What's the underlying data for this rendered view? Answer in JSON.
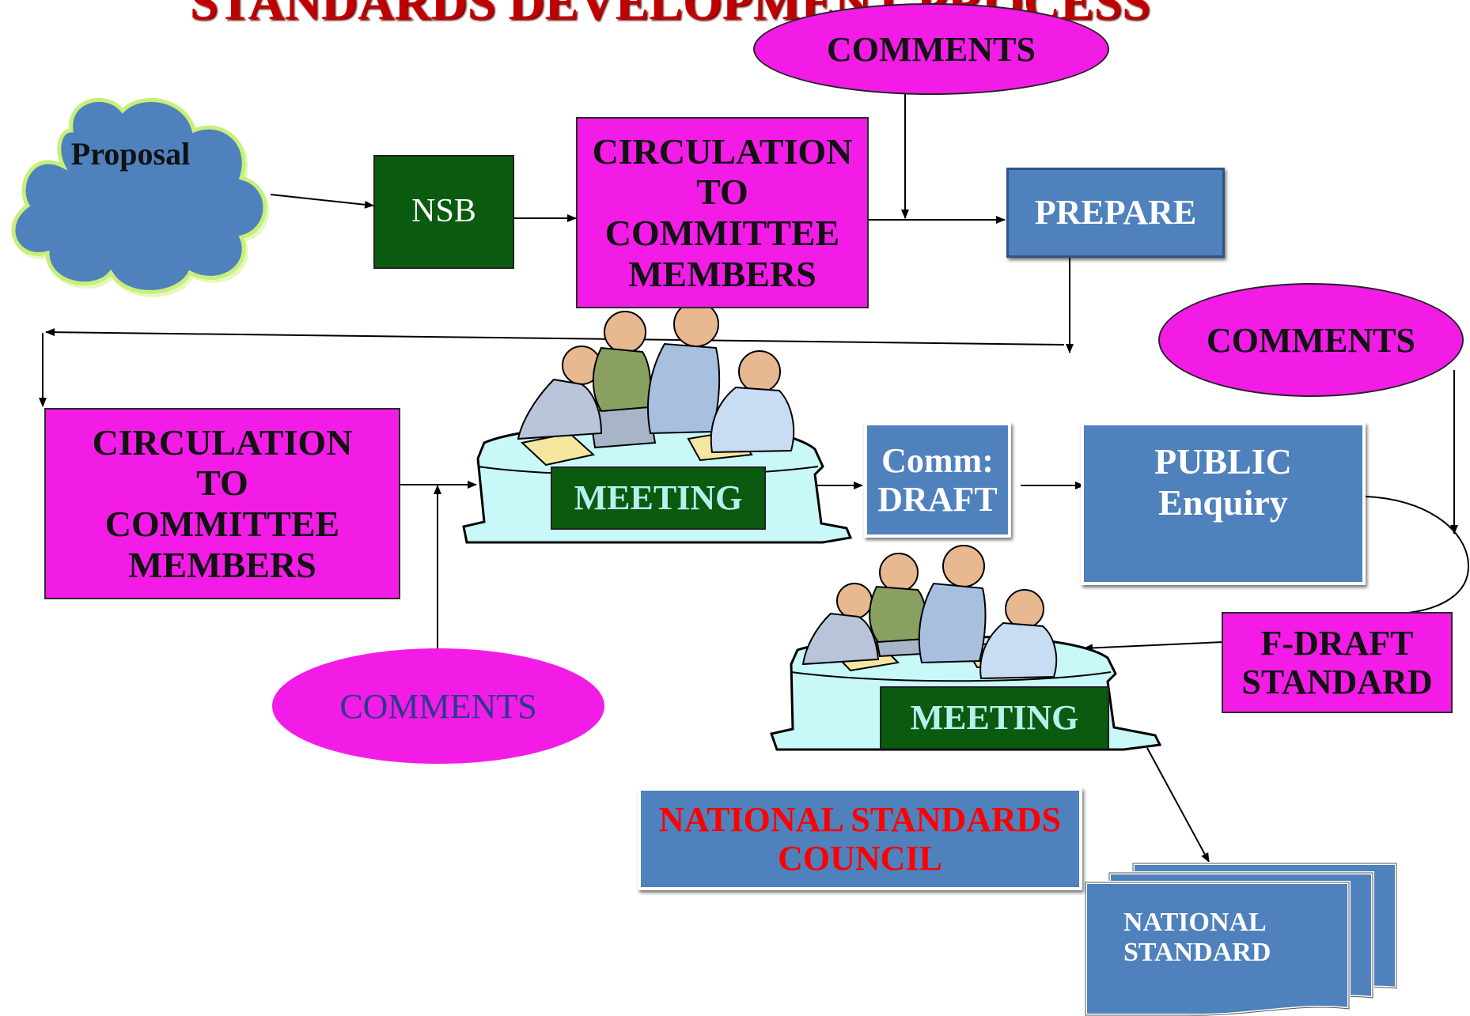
{
  "title": "STANDARDS DEVELOPMENT PROCESS",
  "colors": {
    "magenta": "#f21ce6",
    "steel_blue": "#4f81bd",
    "dark_green": "#0a5a10",
    "cloud_blue": "#4f81bd",
    "cloud_border": "#c8f078",
    "title_red": "#c00000",
    "council_red": "#ff0000",
    "meeting_text": "#b8f0f0"
  },
  "nodes": {
    "proposal": "Proposal",
    "nsb": "NSB",
    "circulation_top": "CIRCULATION\nTO\nCOMMITTEE\nMEMBERS",
    "comments_top": "COMMENTS",
    "prepare": "PREPARE",
    "comments_right": "COMMENTS",
    "circulation_left": "CIRCULATION\nTO\nCOMMITTEE\nMEMBERS",
    "meeting_1": "MEETING",
    "comm_draft": "Comm:\nDRAFT",
    "public_enquiry": "PUBLIC\nEnquiry",
    "comments_bottom": "COMMENTS",
    "f_draft": "F-DRAFT\nSTANDARD",
    "meeting_2": "MEETING",
    "national_council": "NATIONAL STANDARDS\nCOUNCIL",
    "national_standard": "NATIONAL\nSTANDARD"
  },
  "icons": {
    "cloud": "cloud-icon",
    "meeting_clipart": "people-meeting-icon",
    "document_stack": "document-stack-icon"
  }
}
